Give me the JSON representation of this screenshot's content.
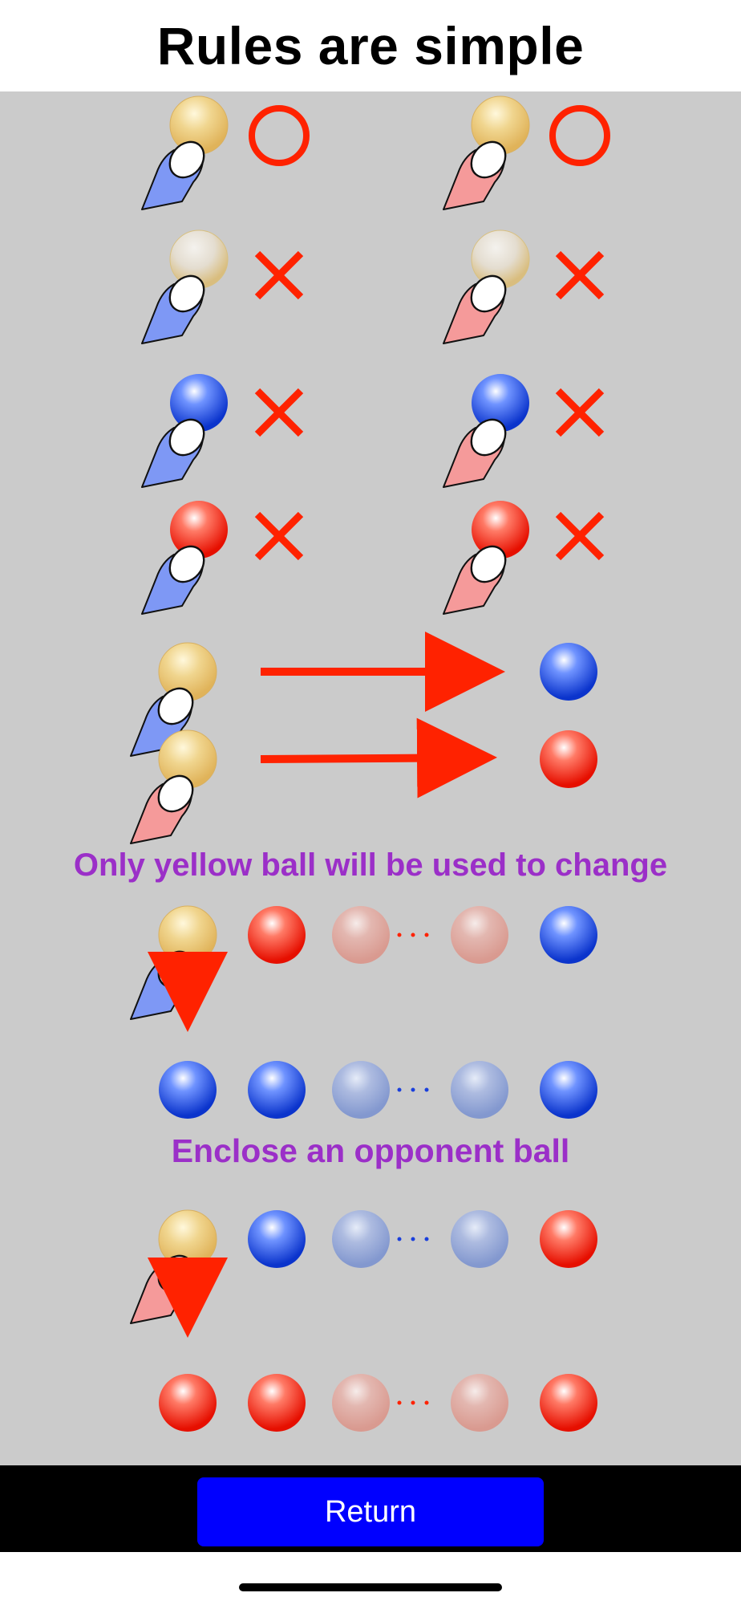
{
  "header": {
    "title": "Rules are simple"
  },
  "section2": {
    "caption": "Only yellow ball will be used to change"
  },
  "section3": {
    "caption": "Enclose an opponent ball"
  },
  "footer": {
    "return_label": "Return"
  },
  "icons": {
    "allowed": "circle-o-icon",
    "forbidden": "cross-x-icon",
    "finger": "finger-icon",
    "arrow": "arrow-icon"
  },
  "colors": {
    "mark_red": "#ff2200",
    "caption_purple": "#9b2fc8",
    "blue_sleeve": "#7e98f5",
    "pink_sleeve": "#f59a9a",
    "return_button": "#0000ff"
  },
  "rules": {
    "rows": [
      {
        "target": "yellow",
        "result": "allowed"
      },
      {
        "target": "faded-yellow",
        "result": "forbidden"
      },
      {
        "target": "blue",
        "result": "forbidden"
      },
      {
        "target": "red",
        "result": "forbidden"
      }
    ],
    "players": [
      "blue",
      "pink"
    ]
  }
}
